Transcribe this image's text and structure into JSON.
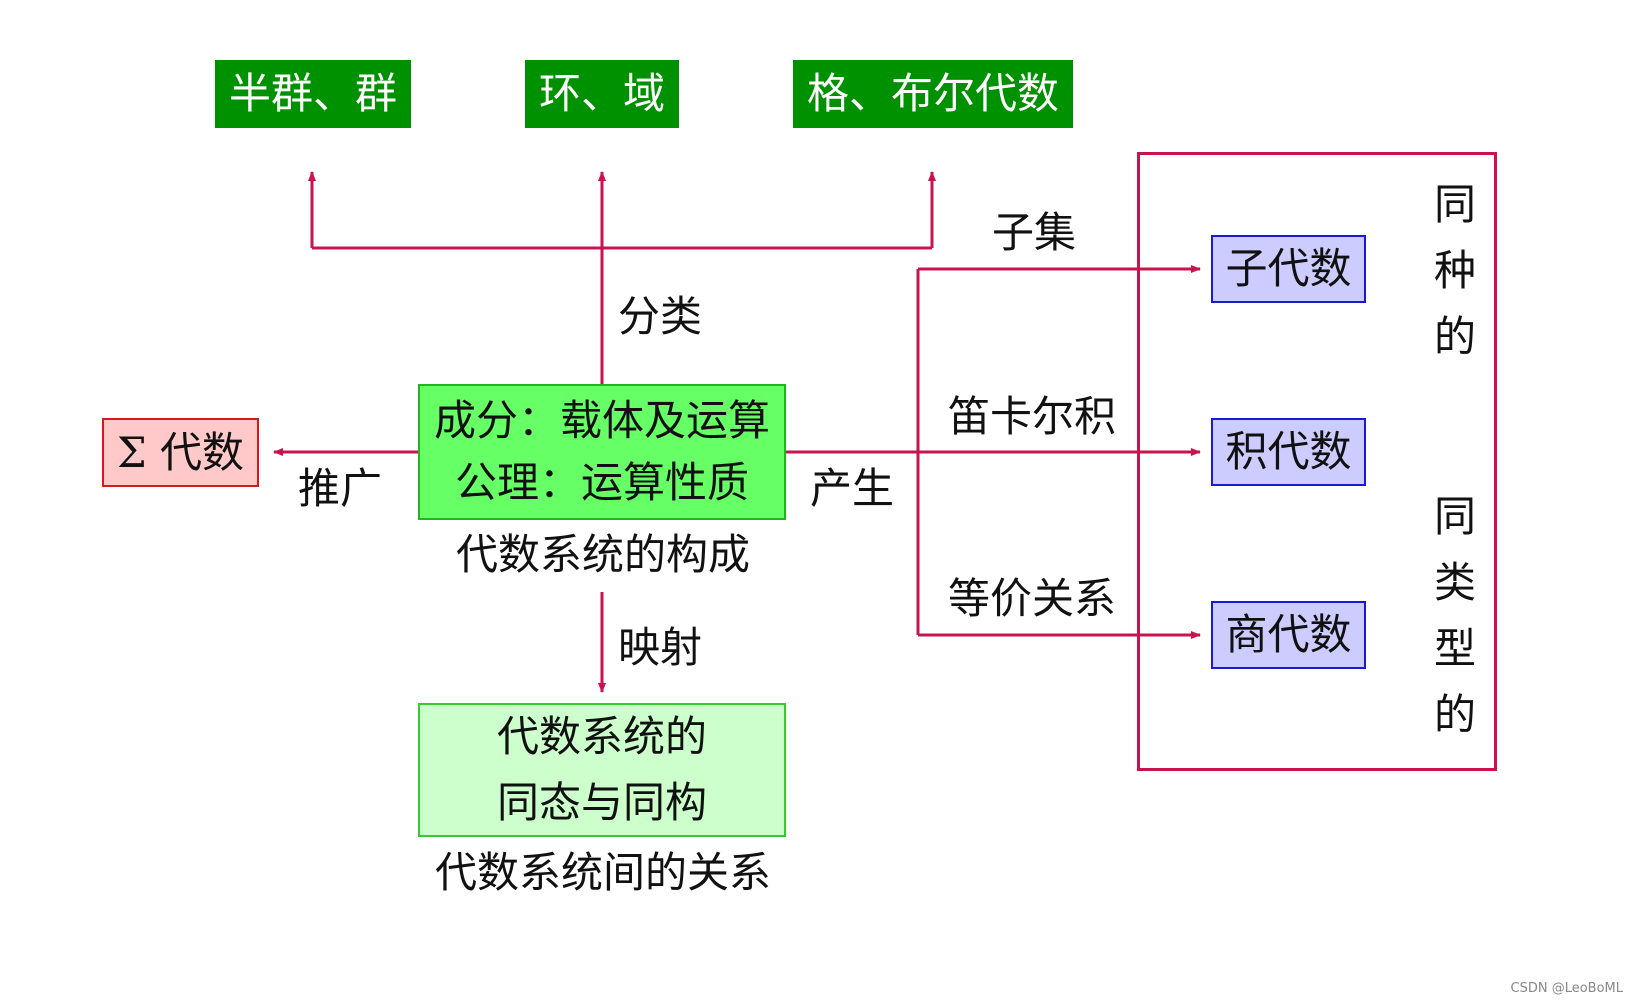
{
  "top_boxes": {
    "semigroup": "半群、群",
    "ring": "环、域",
    "lattice": "格、布尔代数"
  },
  "core": {
    "line1": "成分：载体及运算",
    "line2": "公理：运算性质",
    "caption": "代数系统的构成"
  },
  "generalization": {
    "box": "Σ 代数",
    "label": "推广"
  },
  "homomorphism": {
    "line1": "代数系统的",
    "line2": "同态与同构",
    "caption": "代数系统间的关系",
    "label": "映射"
  },
  "classification_label": "分类",
  "produce_label": "产生",
  "edges": {
    "subset": "子集",
    "product": "笛卡尔积",
    "equivalence": "等价关系"
  },
  "derived": {
    "sub": "子代数",
    "prod": "积代数",
    "quot": "商代数"
  },
  "side_labels": {
    "same_kind": [
      "同",
      "种",
      "的"
    ],
    "same_type": [
      "同",
      "类",
      "型",
      "的"
    ]
  },
  "watermark": "CSDN @LeoBoML",
  "colors": {
    "arrow": "#c8134f",
    "top_box": "#009100",
    "core_fill": "#66ff66",
    "homo_fill": "#ccffcc",
    "sigma_fill": "#ffc9c9",
    "derived_fill": "#ccccff"
  }
}
